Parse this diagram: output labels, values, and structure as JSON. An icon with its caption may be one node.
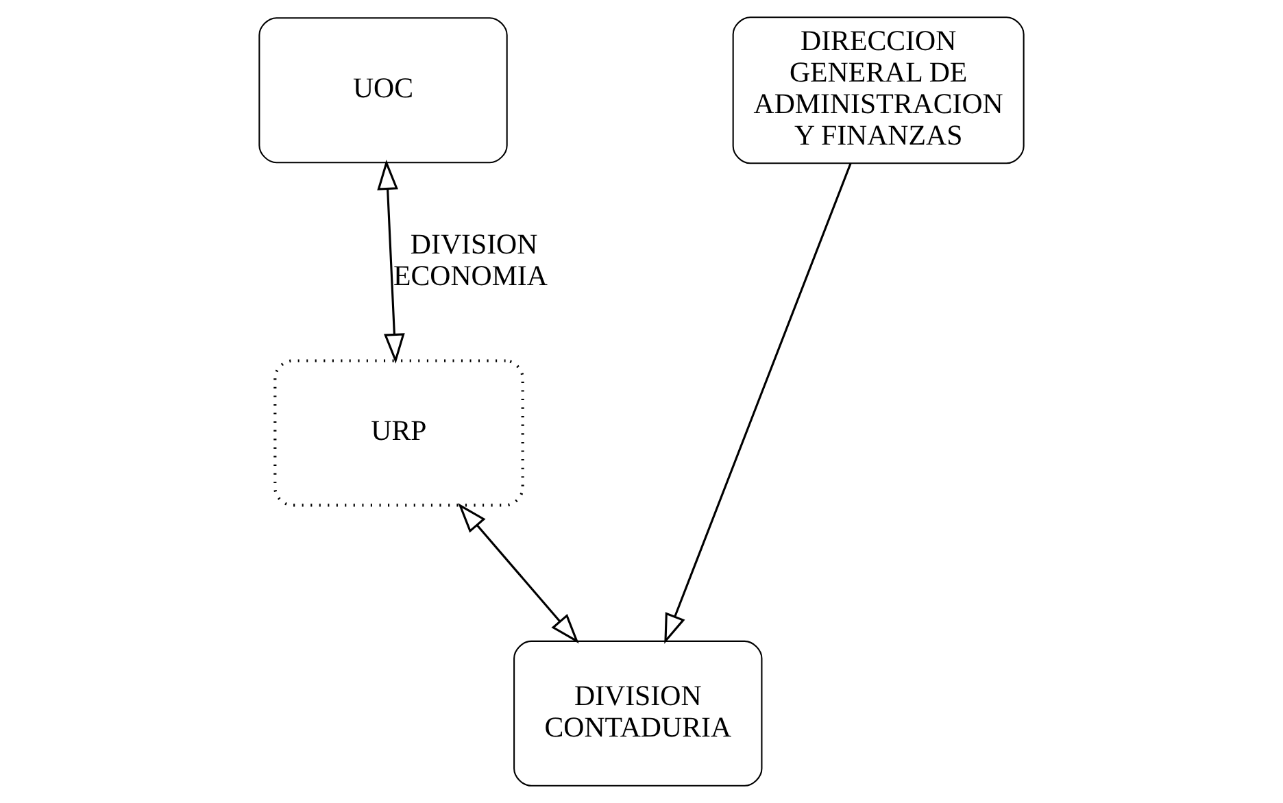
{
  "diagram": {
    "nodes": [
      {
        "text": [
          "UOC"
        ]
      },
      {
        "text": [
          "DIRECCION GENERAL DE ADMINISTRACION Y FINANZAS"
        ]
      },
      {
        "text": [
          "URP"
        ]
      },
      {
        "text": [
          "DIVISION CONTADURIA"
        ]
      }
    ],
    "edges": [
      {
        "from": 0,
        "to": 2,
        "arrow": "both",
        "label": "DIVISION ECONOMIA"
      },
      {
        "from": 1,
        "to": 3,
        "arrow": "to"
      },
      {
        "from": 2,
        "to": 3,
        "arrow": "both"
      }
    ]
  }
}
